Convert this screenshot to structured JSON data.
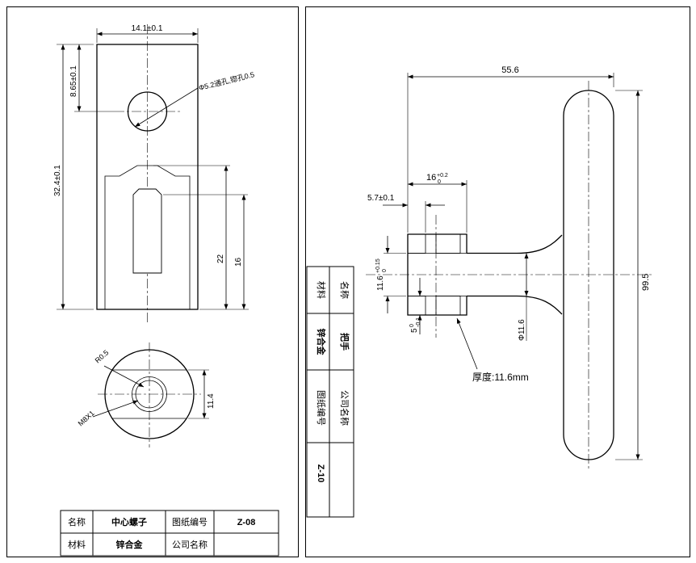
{
  "left_panel": {
    "drawing": {
      "dim_width_top": "14.1±0.1",
      "dim_hole_offset": "8.65±0.1",
      "dim_overall_height": "32.4±0.1",
      "hole_note": "Φ5.2通孔,锪孔0.5",
      "dim_insert_height": "22",
      "dim_cavity_depth": "16",
      "radius_note": "R0.5",
      "thread_note": "M8X1",
      "dim_across": "11.4"
    },
    "title_block": {
      "name_label": "名称",
      "name_value": "中心螺子",
      "drawing_no_label": "图纸编号",
      "drawing_no_value": "Z-08",
      "material_label": "材料",
      "material_value": "锌合金",
      "company_label": "公司名称",
      "company_value": ""
    }
  },
  "right_panel": {
    "drawing": {
      "dim_length": "55.6",
      "dim_handle_length": "99.5",
      "dim_hub_width": {
        "main": "16",
        "sup": "+0.2",
        "sub": "0"
      },
      "dim_step": "5.7±0.1",
      "dim_slot": {
        "main": "11.6",
        "sup": "+0.15",
        "sub": "0"
      },
      "dim_rib": {
        "main": "5",
        "sup": "0",
        "sub": "-0.1"
      },
      "dim_stem_dia": "Φ11.6",
      "thickness_note": "厚度:11.6mm"
    },
    "title_block": {
      "material_label": "材料",
      "material_value": "锌合金",
      "name_label": "名称",
      "name_value": "把手",
      "drawing_no_label": "图纸编号",
      "drawing_no_value": "Z-10",
      "company_label": "公司名称",
      "company_value": ""
    }
  }
}
